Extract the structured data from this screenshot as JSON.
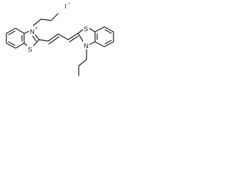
{
  "structure": {
    "counterion_label": "I",
    "counterion_charge": "−",
    "left_ring": {
      "sulfur_label": "S",
      "nitrogen_label": "N",
      "nitrogen_charge": "+"
    },
    "right_ring": {
      "sulfur_label": "S",
      "nitrogen_label": "N"
    }
  }
}
